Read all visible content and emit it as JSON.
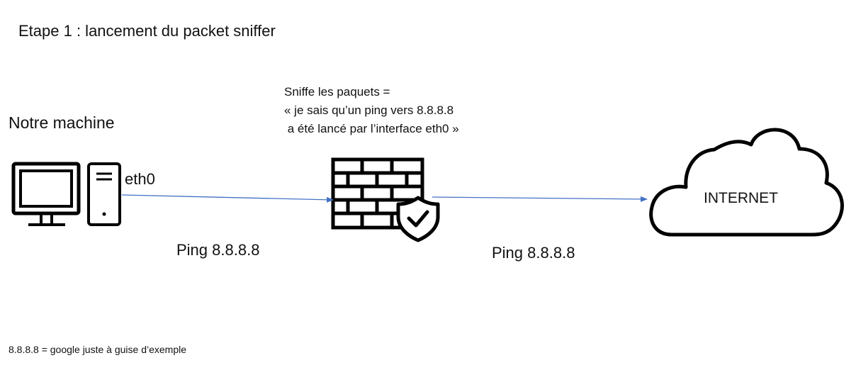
{
  "title": "Etape 1 : lancement du packet sniffer",
  "machine": {
    "label": "Notre machine",
    "interface": "eth0"
  },
  "sniffer": {
    "note": [
      "Sniffe les paquets =",
      "« je sais qu’un ping vers 8.8.8.8",
      " a été lancé par l’interface eth0 »"
    ]
  },
  "links": [
    {
      "label": "Ping 8.8.8.8"
    },
    {
      "label": "Ping 8.8.8.8"
    }
  ],
  "internet": {
    "label": "INTERNET"
  },
  "footnote": "8.8.8.8 = google juste à guise d’exemple",
  "colors": {
    "arrow": "#4472c4",
    "icon": "#000000"
  },
  "icons": [
    "computer-monitor-icon",
    "pc-tower-icon",
    "firewall-icon",
    "shield-check-icon",
    "cloud-icon"
  ]
}
